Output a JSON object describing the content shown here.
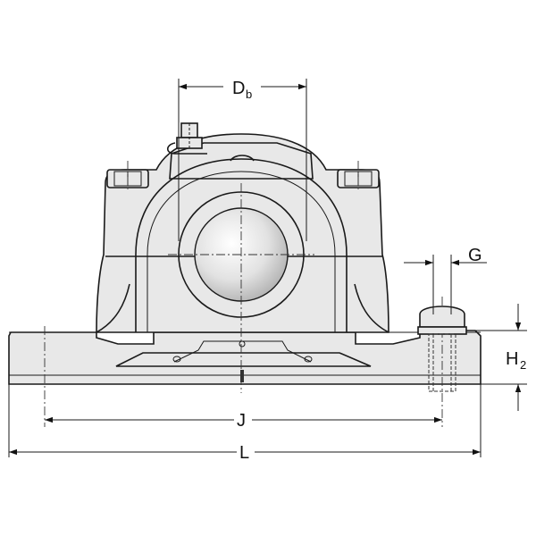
{
  "diagram": {
    "labels": {
      "db_main": "D",
      "db_sub": "b",
      "g": "G",
      "h2_main": "H",
      "h2_sub": "2",
      "j": "J",
      "l": "L"
    },
    "colors": {
      "line": "#1a1a1a",
      "housing_fill": "#e8e8e8",
      "bearing_fill_light": "#ffffff",
      "bearing_fill_dark": "#bdbdbd"
    }
  }
}
